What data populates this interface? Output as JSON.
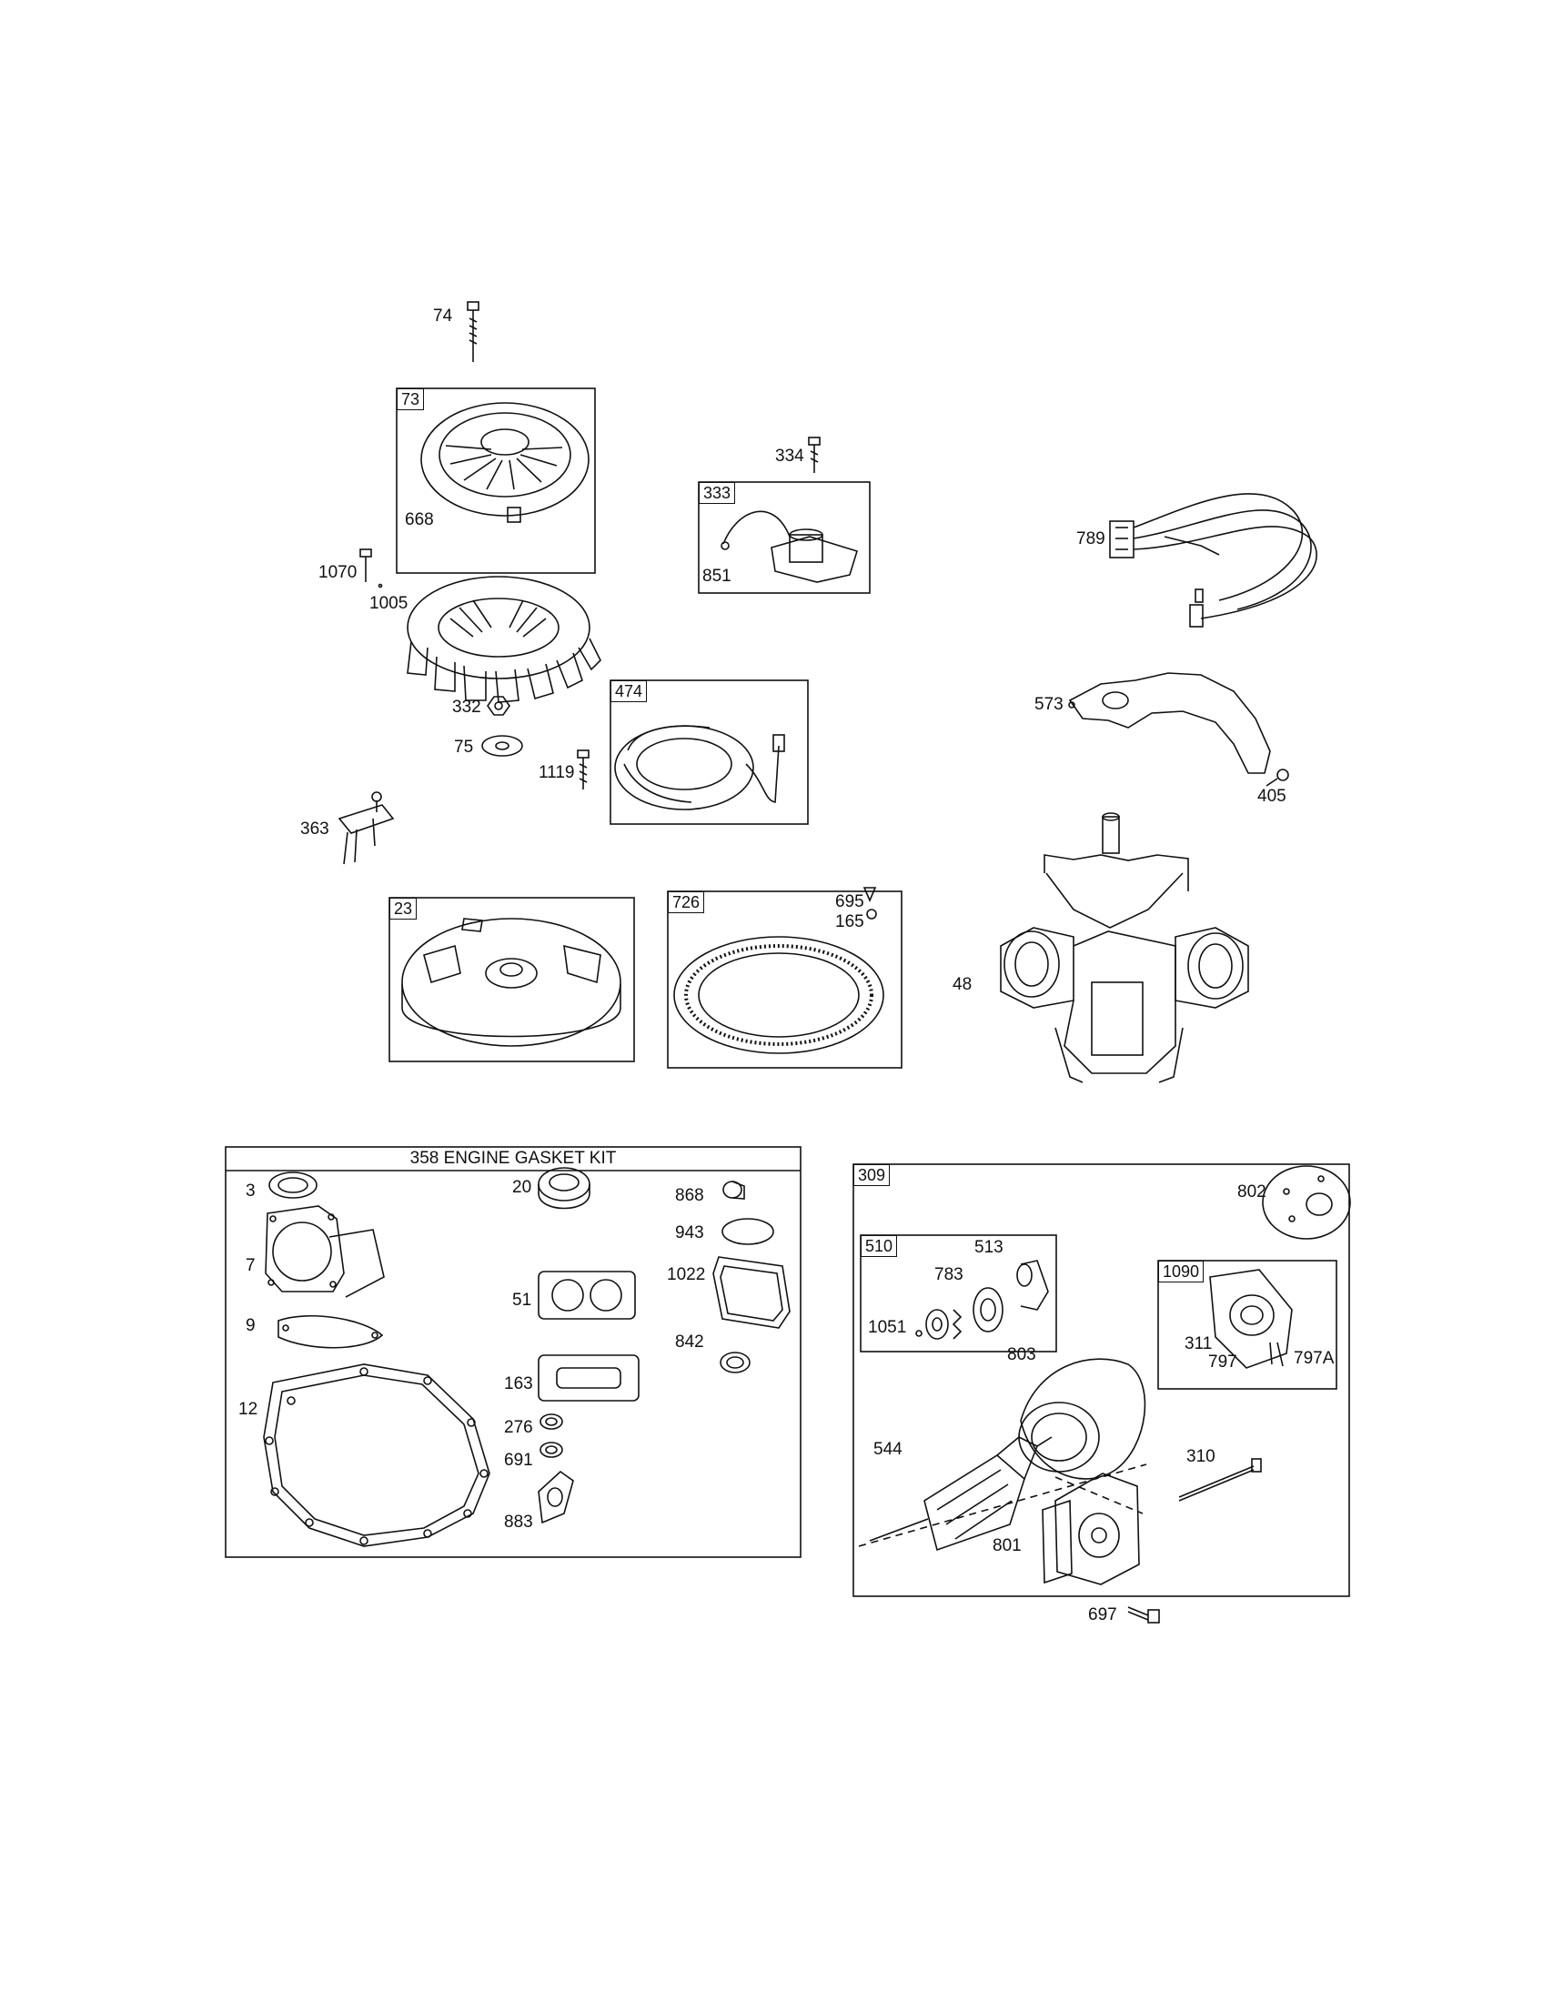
{
  "part_labels": {
    "p74": "74",
    "p73": "73",
    "p668": "668",
    "p1070": "1070",
    "p1005": "1005",
    "p332": "332",
    "p75": "75",
    "p363": "363",
    "p334": "334",
    "p333": "333",
    "p851": "851",
    "p474": "474",
    "p1119": "1119",
    "p789": "789",
    "p573": "573",
    "p405": "405",
    "p23": "23",
    "p726": "726",
    "p695": "695",
    "p165": "165",
    "p48": "48",
    "p3": "3",
    "p7": "7",
    "p9": "9",
    "p12": "12",
    "p20": "20",
    "p51": "51",
    "p163": "163",
    "p276": "276",
    "p691": "691",
    "p883": "883",
    "p868": "868",
    "p943": "943",
    "p1022": "1022",
    "p842": "842",
    "p309": "309",
    "p510": "510",
    "p513": "513",
    "p783": "783",
    "p1051": "1051",
    "p802": "802",
    "p1090": "1090",
    "p311": "311",
    "p797": "797",
    "p797a": "797A",
    "p803": "803",
    "p544": "544",
    "p310": "310",
    "p801": "801",
    "p697": "697"
  },
  "gasket_kit": {
    "title": "358 ENGINE GASKET KIT"
  }
}
